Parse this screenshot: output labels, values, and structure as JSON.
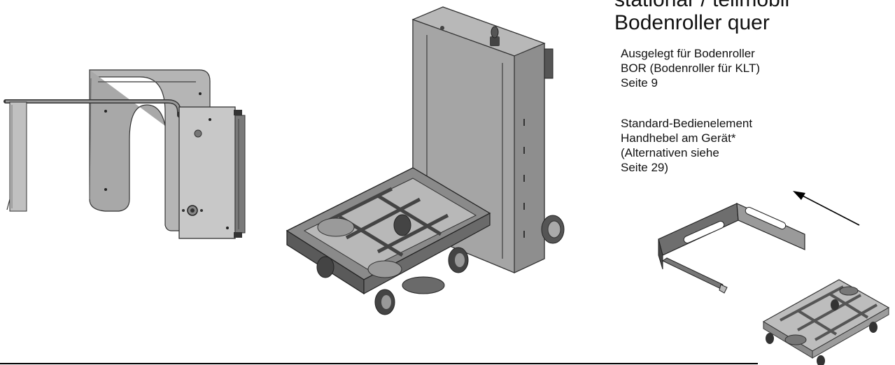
{
  "heading": {
    "line1": "stationär    /  teilmobil",
    "line2": "Bodenroller quer"
  },
  "note_compat": {
    "line1": "Ausgelegt für Bodenroller",
    "line2": "BOR  (Bodenroller für KLT)",
    "line3": "Seite 9"
  },
  "note_control": {
    "line1": "Standard-Bedienelement",
    "line2": "Handhebel am Gerät*",
    "line3": "(Alternativen siehe",
    "line4": "Seite 29)"
  },
  "colors": {
    "steel_light": "#c8c8c8",
    "steel_mid": "#9a9a9a",
    "steel_dark": "#5a5a5a",
    "outline": "#333333"
  }
}
